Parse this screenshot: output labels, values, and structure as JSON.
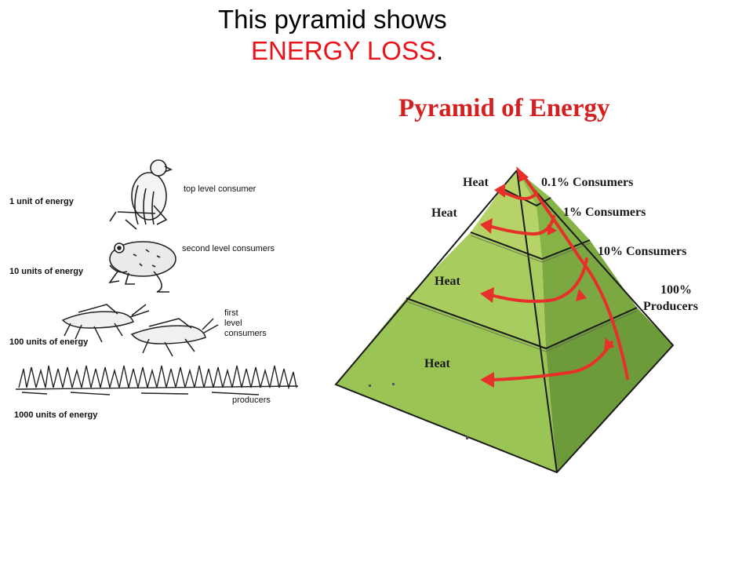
{
  "header": {
    "line1": "This pyramid shows",
    "line2_highlight": "ENERGY LOSS",
    "line2_suffix": "."
  },
  "pyramid": {
    "title": "Pyramid of Energy",
    "heat_label": "Heat",
    "levels": [
      {
        "label": "0.1% Consumers"
      },
      {
        "label": "1% Consumers"
      },
      {
        "label": "10% Consumers"
      },
      {
        "label_line1": "100%",
        "label_line2": "Producers"
      }
    ]
  },
  "food_chain": {
    "top": {
      "role": "top level consumer",
      "energy": "1 unit of energy"
    },
    "second": {
      "role": "second level consumers",
      "energy": "10 units of energy"
    },
    "first": {
      "role_line1": "first",
      "role_line2": "level",
      "role_line3": "consumers",
      "energy": "100 units of energy"
    },
    "producers": {
      "role": "producers",
      "energy": "1000 units of energy"
    }
  },
  "colors": {
    "title_red": "#e8141b",
    "pyramid_red": "#d42020",
    "pyramid_light": "#b9d56a",
    "pyramid_mid": "#8fba4c",
    "pyramid_dark": "#6d9b3a",
    "arrow": "#e8302a"
  }
}
